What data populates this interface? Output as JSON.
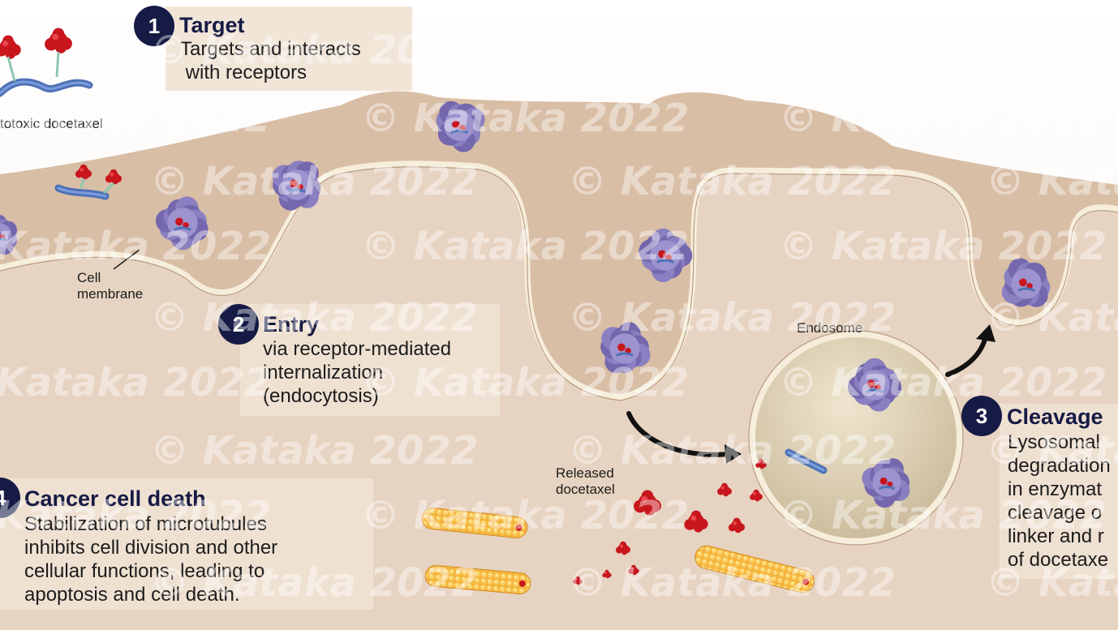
{
  "colors": {
    "cytoplasm": "#e7d3c1",
    "cell_surface": "#dcc2ab",
    "membrane": "#f6eedb",
    "label_box": "#efe2d4",
    "badge": "#161b45",
    "arrow": "#111111",
    "receptor_protein": "#8a7fc0",
    "docetaxel": "#c8161d",
    "linker": "#4e72b5",
    "microtubule": "#f2b23a"
  },
  "icons": {
    "badge": "numbered-circle",
    "protein": "purple-protein-complex",
    "drug": "red-docetaxel-molecule",
    "fiber": "microtubule-cylinder",
    "arrow": "curved-arrow"
  },
  "steps": [
    {
      "number": "1",
      "title": "Target",
      "lines": [
        "Targets and interacts",
        " with receptors"
      ]
    },
    {
      "number": "2",
      "title": "Entry",
      "lines": [
        "via receptor-mediated",
        "internalization",
        "(endocytosis)"
      ]
    },
    {
      "number": "3",
      "title": "Cleavage",
      "lines": [
        "Lysosomal",
        "degradation",
        "in enzymat",
        "cleavage o",
        "linker and r",
        "of docetaxe"
      ]
    },
    {
      "number": "4",
      "title": "Cancer cell death",
      "lines": [
        "Stabilization of microtubules",
        "inhibits cell division and other",
        "cellular functions, leading to",
        "apoptosis and cell death."
      ]
    }
  ],
  "labels": {
    "cytotoxic": "totoxic docetaxel",
    "membrane_line1": "Cell",
    "membrane_line2": "membrane",
    "endosome": "Endosome",
    "released_line1": "Released",
    "released_line2": "docetaxel"
  },
  "watermark": "© Kataka 2022"
}
